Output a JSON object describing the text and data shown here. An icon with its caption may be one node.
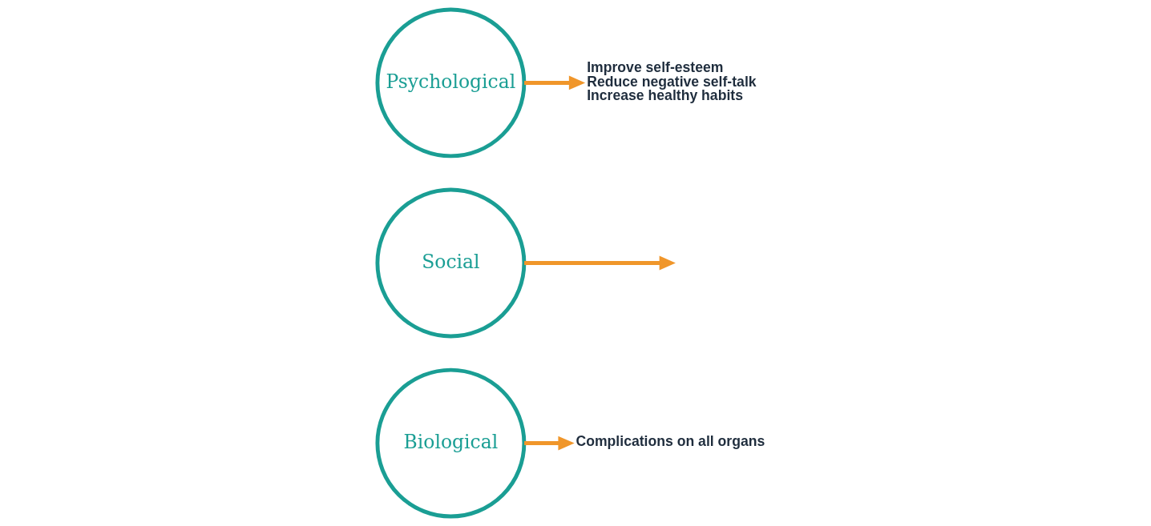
{
  "diagram": {
    "nodes": [
      {
        "text": [
          "Complications on all organs"
        ]
      },
      {
        "text": [
          "Biological"
        ]
      },
      {
        "text": [
          "Social"
        ]
      },
      {
        "text": [
          "Psychological"
        ]
      },
      {
        "text": [
          "Improve self-esteem",
          "Reduce negative self-talk",
          "Increase healthy habits"
        ]
      }
    ],
    "edges": [
      {
        "from": 1,
        "to": 0,
        "arrow": "to"
      },
      {
        "from": 2,
        "to": null,
        "arrow": "to"
      },
      {
        "from": 3,
        "to": 4,
        "arrow": "to"
      }
    ]
  }
}
